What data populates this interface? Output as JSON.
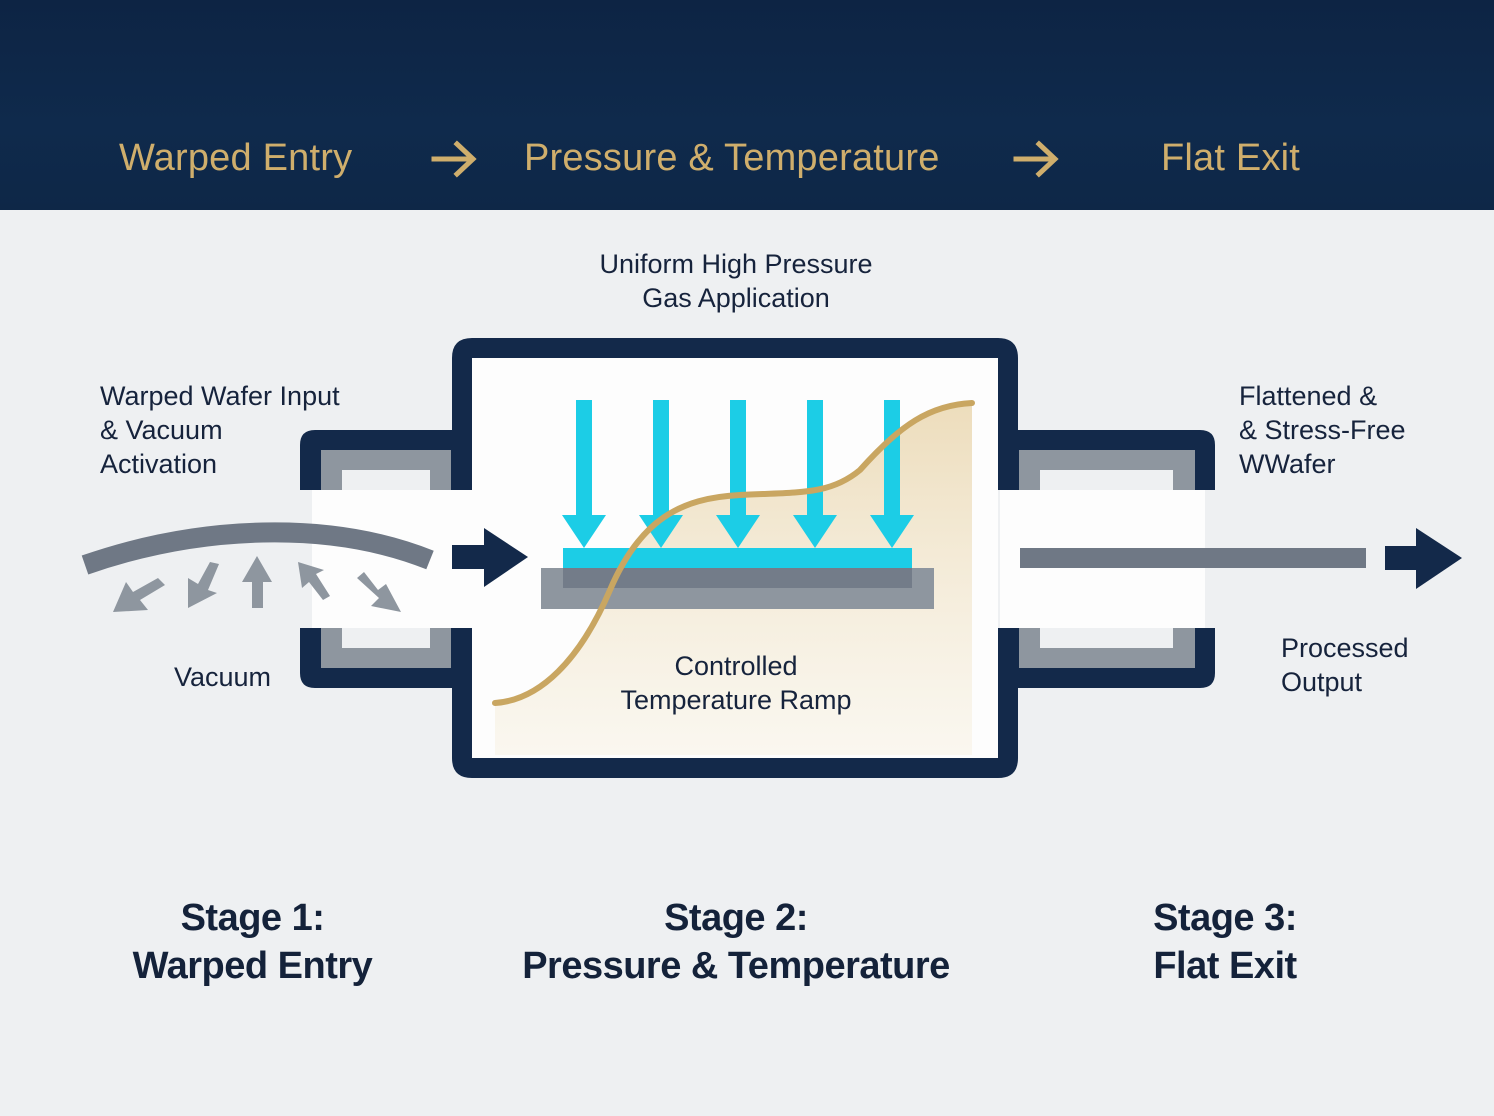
{
  "header": {
    "steps": [
      {
        "label": "Warped Entry"
      },
      {
        "label": "Pressure & Temperature"
      },
      {
        "label": "Flat Exit"
      }
    ],
    "arrow_icon": "arrow-right-icon"
  },
  "labels": {
    "gas_application": {
      "line1": "Uniform High Pressure",
      "line2": "Gas Application"
    },
    "input": {
      "line1": "Warped Wafer Input",
      "line2": "& Vacuum",
      "line3": "Activation"
    },
    "vacuum": "Vacuum",
    "temperature": {
      "line1": "Controlled",
      "line2": "Temperature Ramp"
    },
    "flattened": {
      "line1": "Flattened &",
      "line2": "& Stress-Free",
      "line3": "WWafer"
    },
    "output": {
      "line1": "Processed",
      "line2": "Output"
    }
  },
  "stages": [
    {
      "title": "Stage 1:",
      "name": "Warped Entry"
    },
    {
      "title": "Stage 2:",
      "name": "Pressure & Temperature"
    },
    {
      "title": "Stage 3:",
      "name": "Flat Exit"
    }
  ],
  "colors": {
    "navy": "#13294a",
    "gold": "#cfae6c",
    "cyan": "#1ccde6",
    "wafer_gray": "#6f7885",
    "port_gray": "#8e969f",
    "background": "#eef0f2"
  },
  "pressure_arrow_count": 5,
  "vacuum_arrow_count": 5
}
